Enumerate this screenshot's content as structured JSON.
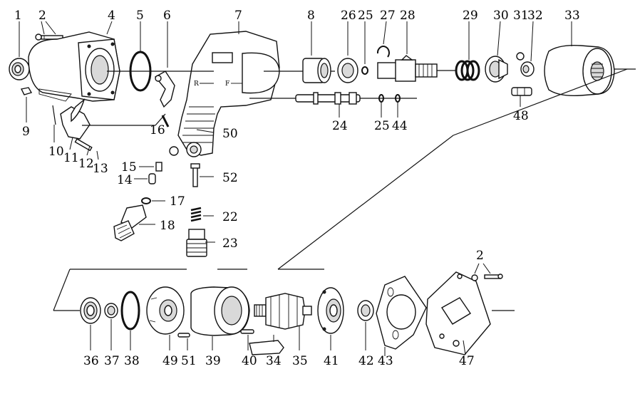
{
  "labels_top": [
    "1",
    "2",
    "4",
    "5",
    "6",
    "7",
    "8",
    "26",
    "25",
    "27",
    "28",
    "29",
    "30",
    "31",
    "32",
    "33"
  ],
  "labels_mid": [
    "9",
    "10",
    "11",
    "12",
    "13",
    "16",
    "50",
    "24",
    "25",
    "44",
    "48",
    "15",
    "14",
    "52",
    "17",
    "22",
    "18",
    "23"
  ],
  "labels_bottom": [
    "2",
    "36",
    "37",
    "38",
    "49",
    "51",
    "39",
    "40",
    "34",
    "35",
    "41",
    "42",
    "43",
    "47"
  ],
  "tool_markings": [
    "R",
    "F"
  ]
}
